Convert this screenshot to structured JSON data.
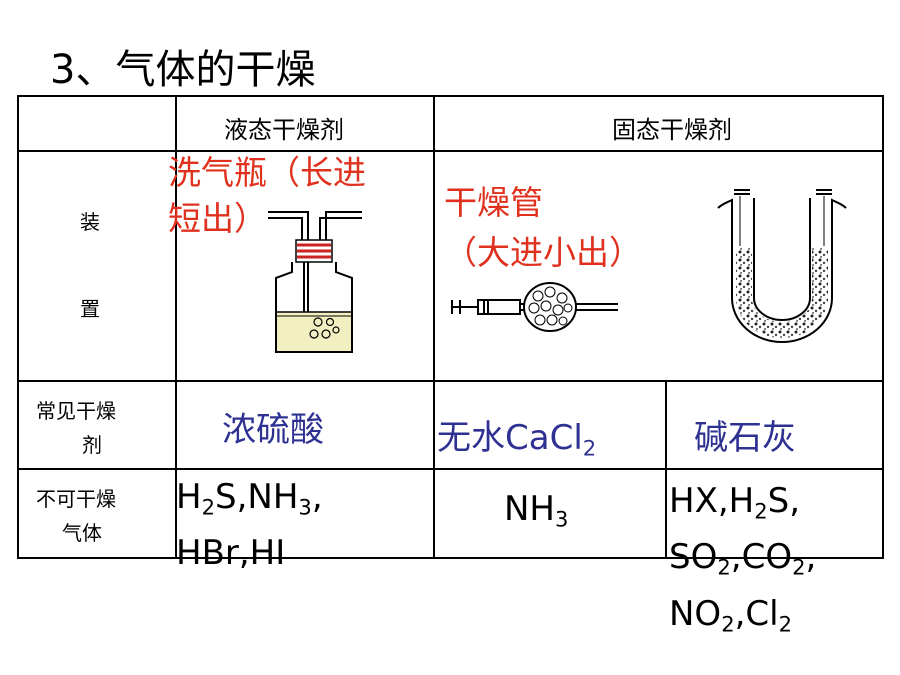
{
  "title": "3、气体的干燥",
  "table": {
    "col_headers": {
      "liquid": "液态干燥剂",
      "solid": "固态干燥剂"
    },
    "row_labels": {
      "apparatus_1": "装",
      "apparatus_2": "置",
      "desiccant_1": "常见干燥",
      "desiccant_2": "剂",
      "cannot_dry_1": "不可干燥",
      "cannot_dry_2": "气体"
    },
    "apparatus": {
      "wash_bottle_1": "洗气瓶（长进",
      "wash_bottle_2": "短出）",
      "drying_tube_1": "干燥管",
      "drying_tube_2": "（大进小出）"
    },
    "desiccants": {
      "sulfuric": "浓硫酸",
      "cacl2_main": "无水CaCl",
      "cacl2_sub": "2",
      "soda_lime": "碱石灰"
    },
    "cannot_dry": {
      "sulfuric": [
        {
          "a": "H",
          "s1": "2",
          "b": "S,NH",
          "s2": "3",
          "c": ","
        },
        {
          "a": "HBr,HI"
        }
      ],
      "cacl2": [
        {
          "a": "NH",
          "s1": "3"
        }
      ],
      "soda_lime": [
        {
          "a": "HX,H",
          "s1": "2",
          "b": "S,"
        },
        {
          "a": "SO",
          "s1": "2",
          "b": ",CO",
          "s2": "2",
          "c": ","
        },
        {
          "a": "NO",
          "s1": "2",
          "b": ",Cl",
          "s2": "2"
        }
      ]
    }
  },
  "colors": {
    "red": "#e0311e",
    "blue": "#2e3192",
    "line": "#000000"
  }
}
